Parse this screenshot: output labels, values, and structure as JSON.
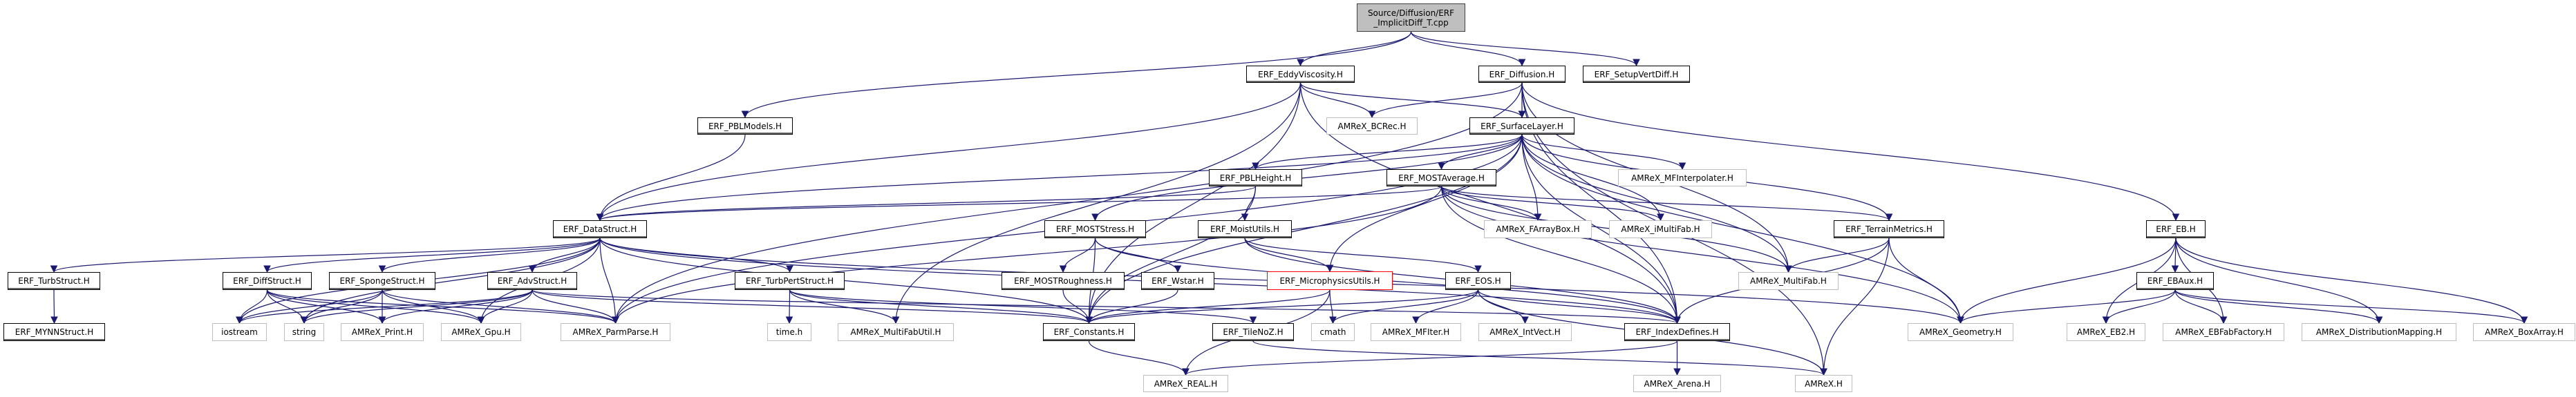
{
  "title": "Source/Diffusion/ERF_ImplicitDiff_T.cpp",
  "colors": {
    "edge": "#191970",
    "root_fill": "#bfbfbf",
    "ext_border": "#bfbfbf",
    "missing_border": "#ff0000"
  },
  "nodes": [
    {
      "id": "root",
      "label": "Source/Diffusion/ERF\n_ImplicitDiff_T.cpp",
      "kind": "root"
    },
    {
      "id": "eddy",
      "label": "ERF_EddyViscosity.H",
      "kind": "file"
    },
    {
      "id": "diffusion",
      "label": "ERF_Diffusion.H",
      "kind": "file"
    },
    {
      "id": "setupvert",
      "label": "ERF_SetupVertDiff.H",
      "kind": "file"
    },
    {
      "id": "pblmodels",
      "label": "ERF_PBLModels.H",
      "kind": "file"
    },
    {
      "id": "bcrec",
      "label": "AMReX_BCRec.H",
      "kind": "ext"
    },
    {
      "id": "surface",
      "label": "ERF_SurfaceLayer.H",
      "kind": "file"
    },
    {
      "id": "eb",
      "label": "ERF_EB.H",
      "kind": "file"
    },
    {
      "id": "pblheight",
      "label": "ERF_PBLHeight.H",
      "kind": "file"
    },
    {
      "id": "mostavg",
      "label": "ERF_MOSTAverage.H",
      "kind": "file"
    },
    {
      "id": "mfinterp",
      "label": "AMReX_MFInterpolater.H",
      "kind": "ext"
    },
    {
      "id": "datastruct",
      "label": "ERF_DataStruct.H",
      "kind": "file"
    },
    {
      "id": "moststress",
      "label": "ERF_MOSTStress.H",
      "kind": "file"
    },
    {
      "id": "moist",
      "label": "ERF_MoistUtils.H",
      "kind": "file"
    },
    {
      "id": "farraybox",
      "label": "AMReX_FArrayBox.H",
      "kind": "ext"
    },
    {
      "id": "imultifab",
      "label": "AMReX_iMultiFab.H",
      "kind": "ext"
    },
    {
      "id": "terrain",
      "label": "ERF_TerrainMetrics.H",
      "kind": "file"
    },
    {
      "id": "turbstruct",
      "label": "ERF_TurbStruct.H",
      "kind": "file"
    },
    {
      "id": "diffstruct",
      "label": "ERF_DiffStruct.H",
      "kind": "file"
    },
    {
      "id": "sponge",
      "label": "ERF_SpongeStruct.H",
      "kind": "file"
    },
    {
      "id": "adv",
      "label": "ERF_AdvStruct.H",
      "kind": "file"
    },
    {
      "id": "turbpert",
      "label": "ERF_TurbPertStruct.H",
      "kind": "file"
    },
    {
      "id": "mostrough",
      "label": "ERF_MOSTRoughness.H",
      "kind": "file"
    },
    {
      "id": "wstar",
      "label": "ERF_Wstar.H",
      "kind": "file"
    },
    {
      "id": "micro",
      "label": "ERF_MicrophysicsUtils.H",
      "kind": "missing"
    },
    {
      "id": "eos",
      "label": "ERF_EOS.H",
      "kind": "file"
    },
    {
      "id": "multifab",
      "label": "AMReX_MultiFab.H",
      "kind": "ext"
    },
    {
      "id": "ebaux",
      "label": "ERF_EBAux.H",
      "kind": "file"
    },
    {
      "id": "mynn",
      "label": "ERF_MYNNStruct.H",
      "kind": "file"
    },
    {
      "id": "iostream",
      "label": "iostream",
      "kind": "ext"
    },
    {
      "id": "string",
      "label": "string",
      "kind": "ext"
    },
    {
      "id": "print",
      "label": "AMReX_Print.H",
      "kind": "ext"
    },
    {
      "id": "gpu",
      "label": "AMReX_Gpu.H",
      "kind": "ext"
    },
    {
      "id": "parmparse",
      "label": "AMReX_ParmParse.H",
      "kind": "ext"
    },
    {
      "id": "timeh",
      "label": "time.h",
      "kind": "ext"
    },
    {
      "id": "mfutil",
      "label": "AMReX_MultiFabUtil.H",
      "kind": "ext"
    },
    {
      "id": "constants",
      "label": "ERF_Constants.H",
      "kind": "file"
    },
    {
      "id": "tilenoz",
      "label": "ERF_TileNoZ.H",
      "kind": "file"
    },
    {
      "id": "cmath",
      "label": "cmath",
      "kind": "ext"
    },
    {
      "id": "mfiter",
      "label": "AMReX_MFIter.H",
      "kind": "ext"
    },
    {
      "id": "intvect",
      "label": "AMReX_IntVect.H",
      "kind": "ext"
    },
    {
      "id": "indexdef",
      "label": "ERF_IndexDefines.H",
      "kind": "file"
    },
    {
      "id": "geometry",
      "label": "AMReX_Geometry.H",
      "kind": "ext"
    },
    {
      "id": "eb2",
      "label": "AMReX_EB2.H",
      "kind": "ext"
    },
    {
      "id": "ebfab",
      "label": "AMReX_EBFabFactory.H",
      "kind": "ext"
    },
    {
      "id": "distmap",
      "label": "AMReX_DistributionMapping.H",
      "kind": "ext"
    },
    {
      "id": "boxarray",
      "label": "AMReX_BoxArray.H",
      "kind": "ext"
    },
    {
      "id": "real",
      "label": "AMReX_REAL.H",
      "kind": "ext"
    },
    {
      "id": "arena",
      "label": "AMReX_Arena.H",
      "kind": "ext"
    },
    {
      "id": "amrex",
      "label": "AMReX.H",
      "kind": "ext"
    }
  ],
  "edges": [
    [
      "root",
      "eddy"
    ],
    [
      "root",
      "diffusion"
    ],
    [
      "root",
      "setupvert"
    ],
    [
      "root",
      "pblmodels"
    ],
    [
      "eddy",
      "bcrec"
    ],
    [
      "eddy",
      "surface"
    ],
    [
      "eddy",
      "datastruct"
    ],
    [
      "eddy",
      "constants"
    ],
    [
      "eddy",
      "indexdef"
    ],
    [
      "eddy",
      "mfutil"
    ],
    [
      "diffusion",
      "bcrec"
    ],
    [
      "diffusion",
      "surface"
    ],
    [
      "diffusion",
      "eb"
    ],
    [
      "diffusion",
      "indexdef"
    ],
    [
      "diffusion",
      "multifab"
    ],
    [
      "diffusion",
      "amrex"
    ],
    [
      "diffusion",
      "parmparse"
    ],
    [
      "pblmodels",
      "datastruct"
    ],
    [
      "surface",
      "pblheight"
    ],
    [
      "surface",
      "mostavg"
    ],
    [
      "surface",
      "mfinterp"
    ],
    [
      "surface",
      "moststress"
    ],
    [
      "surface",
      "farraybox"
    ],
    [
      "surface",
      "imultifab"
    ],
    [
      "surface",
      "terrain"
    ],
    [
      "surface",
      "multifab"
    ],
    [
      "surface",
      "geometry"
    ],
    [
      "surface",
      "datastruct"
    ],
    [
      "surface",
      "constants"
    ],
    [
      "surface",
      "indexdef"
    ],
    [
      "surface",
      "micro"
    ],
    [
      "surface",
      "parmparse"
    ],
    [
      "pblheight",
      "moist"
    ],
    [
      "pblheight",
      "datastruct"
    ],
    [
      "pblheight",
      "constants"
    ],
    [
      "mostavg",
      "farraybox"
    ],
    [
      "mostavg",
      "imultifab"
    ],
    [
      "mostavg",
      "terrain"
    ],
    [
      "mostavg",
      "multifab"
    ],
    [
      "mostavg",
      "datastruct"
    ],
    [
      "mostavg",
      "indexdef"
    ],
    [
      "mostavg",
      "geometry"
    ],
    [
      "mostavg",
      "parmparse"
    ],
    [
      "datastruct",
      "turbstruct"
    ],
    [
      "datastruct",
      "diffstruct"
    ],
    [
      "datastruct",
      "sponge"
    ],
    [
      "datastruct",
      "adv"
    ],
    [
      "datastruct",
      "turbpert"
    ],
    [
      "datastruct",
      "iostream"
    ],
    [
      "datastruct",
      "string"
    ],
    [
      "datastruct",
      "gpu"
    ],
    [
      "datastruct",
      "parmparse"
    ],
    [
      "datastruct",
      "constants"
    ],
    [
      "datastruct",
      "indexdef"
    ],
    [
      "datastruct",
      "geometry"
    ],
    [
      "moststress",
      "mostrough"
    ],
    [
      "moststress",
      "wstar"
    ],
    [
      "moststress",
      "constants"
    ],
    [
      "moststress",
      "indexdef"
    ],
    [
      "moist",
      "micro"
    ],
    [
      "moist",
      "eos"
    ],
    [
      "moist",
      "indexdef"
    ],
    [
      "terrain",
      "multifab"
    ],
    [
      "terrain",
      "indexdef"
    ],
    [
      "terrain",
      "geometry"
    ],
    [
      "terrain",
      "amrex"
    ],
    [
      "eb",
      "ebaux"
    ],
    [
      "eb",
      "eb2"
    ],
    [
      "eb",
      "ebfab"
    ],
    [
      "eb",
      "distmap"
    ],
    [
      "eb",
      "boxarray"
    ],
    [
      "eb",
      "geometry"
    ],
    [
      "ebaux",
      "eb2"
    ],
    [
      "ebaux",
      "ebfab"
    ],
    [
      "ebaux",
      "distmap"
    ],
    [
      "ebaux",
      "boxarray"
    ],
    [
      "ebaux",
      "geometry"
    ],
    [
      "turbstruct",
      "mynn"
    ],
    [
      "diffstruct",
      "iostream"
    ],
    [
      "diffstruct",
      "string"
    ],
    [
      "diffstruct",
      "print"
    ],
    [
      "diffstruct",
      "gpu"
    ],
    [
      "diffstruct",
      "parmparse"
    ],
    [
      "sponge",
      "iostream"
    ],
    [
      "sponge",
      "string"
    ],
    [
      "sponge",
      "print"
    ],
    [
      "sponge",
      "gpu"
    ],
    [
      "sponge",
      "parmparse"
    ],
    [
      "adv",
      "iostream"
    ],
    [
      "adv",
      "string"
    ],
    [
      "adv",
      "print"
    ],
    [
      "adv",
      "gpu"
    ],
    [
      "adv",
      "parmparse"
    ],
    [
      "adv",
      "constants"
    ],
    [
      "adv",
      "indexdef"
    ],
    [
      "turbpert",
      "timeh"
    ],
    [
      "turbpert",
      "mfutil"
    ],
    [
      "turbpert",
      "constants"
    ],
    [
      "turbpert",
      "tilenoz"
    ],
    [
      "mostrough",
      "constants"
    ],
    [
      "wstar",
      "constants"
    ],
    [
      "micro",
      "cmath"
    ],
    [
      "micro",
      "constants"
    ],
    [
      "micro",
      "real"
    ],
    [
      "eos",
      "cmath"
    ],
    [
      "eos",
      "mfiter"
    ],
    [
      "eos",
      "intvect"
    ],
    [
      "eos",
      "indexdef"
    ],
    [
      "eos",
      "constants"
    ],
    [
      "eos",
      "amrex"
    ],
    [
      "constants",
      "real"
    ],
    [
      "tilenoz",
      "amrex"
    ],
    [
      "indexdef",
      "arena"
    ],
    [
      "indexdef",
      "real"
    ]
  ]
}
